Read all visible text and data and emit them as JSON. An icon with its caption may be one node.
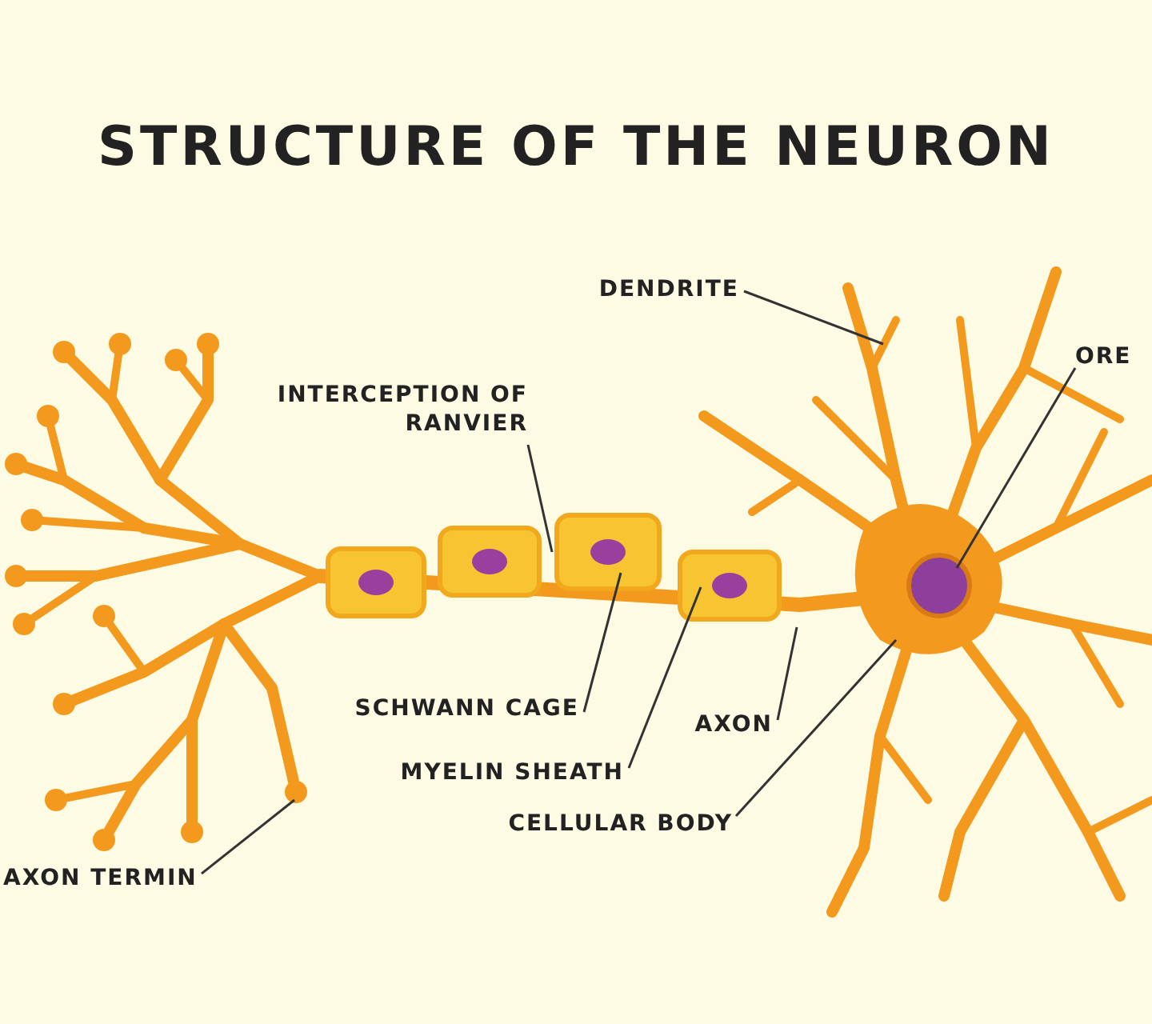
{
  "diagram": {
    "title": "STRUCTURE OF THE NEURON",
    "nodes": [
      {
        "text": [
          "DENDRITE"
        ]
      },
      {
        "text": [
          "ORE"
        ]
      },
      {
        "text": [
          "INTERCEPTION OF RANVIER"
        ]
      },
      {
        "text": [
          "SCHWANN CAGE"
        ]
      },
      {
        "text": [
          "MYELIN SHEATH"
        ]
      },
      {
        "text": [
          "AXON"
        ]
      },
      {
        "text": [
          "CELLULAR BODY"
        ]
      },
      {
        "text": [
          "AXON TERMIN"
        ]
      }
    ],
    "edges": [
      {
        "from": 0,
        "to": null,
        "arrow": "none"
      },
      {
        "from": 1,
        "to": null,
        "arrow": "none"
      },
      {
        "from": 2,
        "to": null,
        "arrow": "none"
      },
      {
        "from": 3,
        "to": null,
        "arrow": "none"
      },
      {
        "from": 4,
        "to": null,
        "arrow": "none"
      },
      {
        "from": 5,
        "to": null,
        "arrow": "none"
      },
      {
        "from": 6,
        "to": null,
        "arrow": "none"
      },
      {
        "from": 7,
        "to": null,
        "arrow": "none"
      }
    ]
  }
}
